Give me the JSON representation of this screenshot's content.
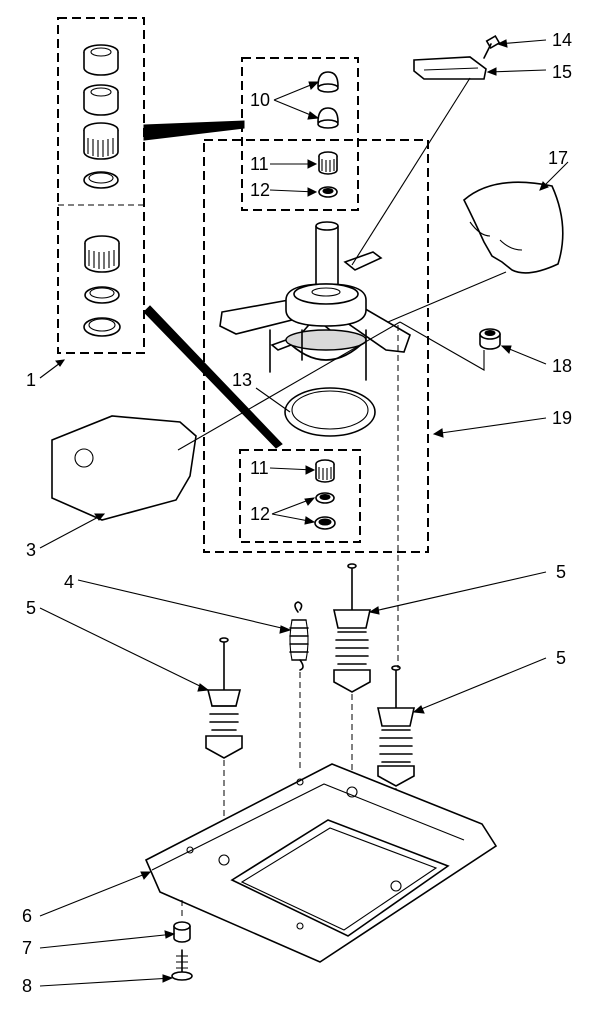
{
  "callouts": {
    "c1": "1",
    "c3": "3",
    "c4": "4",
    "c5a": "5",
    "c5b": "5",
    "c5c": "5",
    "c6": "6",
    "c7": "7",
    "c8": "8",
    "c10": "10",
    "c11a": "11",
    "c11b": "11",
    "c12a": "12",
    "c12b": "12",
    "c13": "13",
    "c14": "14",
    "c15": "15",
    "c17": "17",
    "c18": "18",
    "c19": "19"
  }
}
